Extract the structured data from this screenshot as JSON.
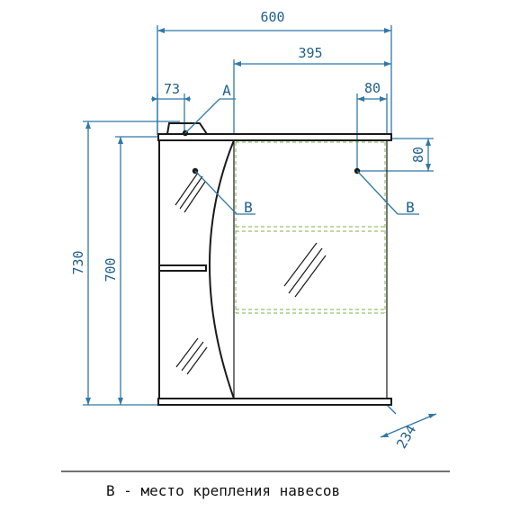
{
  "dimensions": {
    "overall_width": "600",
    "mirror_width": "395",
    "shelf_left_width": "73",
    "right_mount_offset": "80",
    "right_mount_height": "80",
    "total_height": "730",
    "body_height": "700",
    "depth": "234"
  },
  "labels": {
    "point_a": "A",
    "mount_left": "B",
    "mount_right": "B"
  },
  "caption": "В - место крепления навесов",
  "colors": {
    "dimension": "#2f78a8",
    "outline": "#1a1a1a",
    "hidden_shelf": "#7fb04a"
  }
}
